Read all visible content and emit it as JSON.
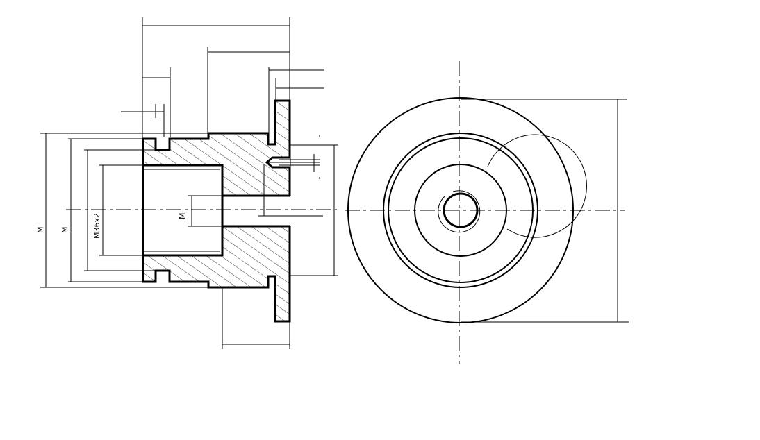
{
  "labels": {
    "outer_dia": "M",
    "collar_dia": "M",
    "thread": "M36x2",
    "bore": "M"
  },
  "colors": {
    "line": "#000000",
    "background": "#ffffff"
  }
}
